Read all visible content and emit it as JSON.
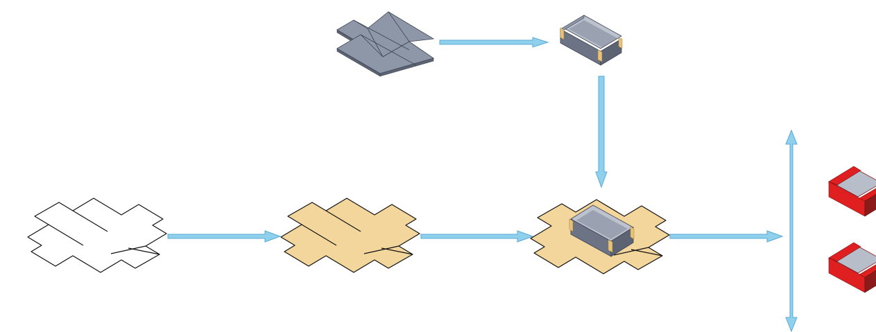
{
  "diagram": {
    "colors": {
      "arrow_fill": "#8fd0ec",
      "arrow_stroke": "#5aa9d6",
      "outline_blank_fill": "#ffffff",
      "kraft_blank_fill": "#f3d69b",
      "grey_panel_top": "#8e97a8",
      "grey_panel_side": "#5c6474",
      "grey_box_inner": "#bcc3cf",
      "grey_box_front": "#6b7384",
      "corner_tape": "#e8c27a",
      "red_box_top": "#e02020",
      "red_box_side": "#8b1b1b",
      "red_box_inner": "#b7bdc9",
      "line": "#111111"
    },
    "nodes": [
      {
        "id": "grey-flat-blank",
        "icon": "grey-flat-blank-icon"
      },
      {
        "id": "grey-assembled-box",
        "icon": "grey-box-icon"
      },
      {
        "id": "outline-blank",
        "icon": "outline-blank-icon"
      },
      {
        "id": "kraft-blank",
        "icon": "kraft-blank-icon"
      },
      {
        "id": "box-on-kraft-blank",
        "icon": "box-on-blank-icon"
      },
      {
        "id": "red-box-top",
        "icon": "red-box-icon"
      },
      {
        "id": "red-box-bottom",
        "icon": "red-box-icon"
      }
    ],
    "edges": [
      {
        "from": "grey-flat-blank",
        "to": "grey-assembled-box"
      },
      {
        "from": "grey-assembled-box",
        "to": "box-on-kraft-blank"
      },
      {
        "from": "outline-blank",
        "to": "kraft-blank"
      },
      {
        "from": "kraft-blank",
        "to": "box-on-kraft-blank"
      },
      {
        "from": "box-on-kraft-blank",
        "to": "output-split"
      }
    ]
  }
}
